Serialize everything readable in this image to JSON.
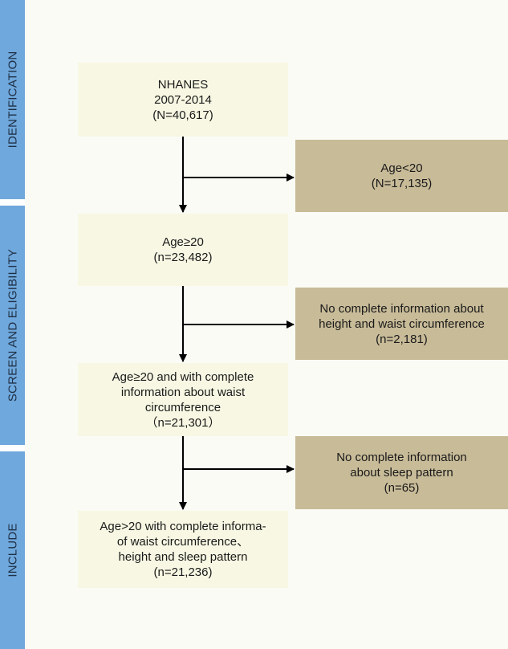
{
  "phases": {
    "identification": "IDENTIFICATION",
    "screening": "SCREEN AND ELIGIBILITY",
    "include": "INCLUDE"
  },
  "boxes": {
    "nhanes": [
      "NHANES",
      "2007-2014",
      "(N=40,617)"
    ],
    "age_ge20": [
      "Age≥20",
      "(n=23,482)"
    ],
    "waist": [
      "Age≥20 and with complete",
      "information about waist",
      "circumference",
      "（n=21,301）"
    ],
    "final": [
      "Age>20 with complete informa-",
      "of waist circumference、",
      "height and sleep pattern",
      "(n=21,236)"
    ]
  },
  "exclusions": {
    "age_lt20": [
      "Age<20",
      "(N=17,135)"
    ],
    "no_height_waist": [
      "No complete information about",
      "height and waist circumference",
      "(n=2,181)"
    ],
    "no_sleep": [
      "No complete information",
      "about sleep pattern",
      "(n=65)"
    ]
  },
  "colors": {
    "phase_bar": "#6fa8dc",
    "main_box": "#f7f7e3",
    "exclusion_box": "#c8bb98",
    "arrow": "#000000"
  }
}
